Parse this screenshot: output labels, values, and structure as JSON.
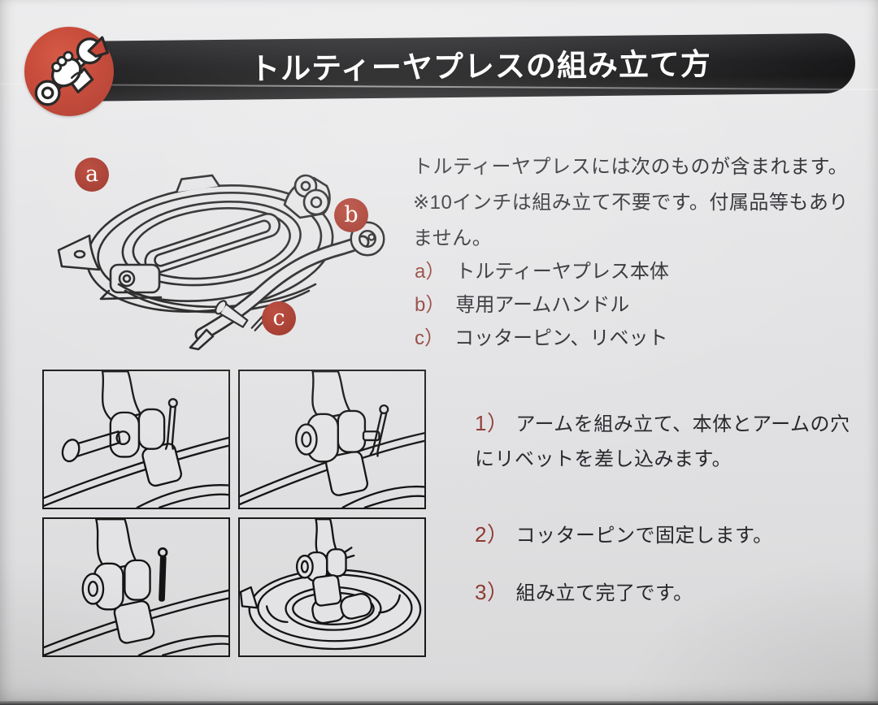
{
  "document": {
    "title": "トルティーヤプレスの組み立て方",
    "intro_lines": [
      "トルティーヤプレスには次のものが含まれます。",
      "※10インチは組み立て不要です。付属品等もあり",
      "ません。"
    ],
    "parts": [
      {
        "marker": "a）",
        "label": "トルティーヤプレス本体"
      },
      {
        "marker": "b）",
        "label": "専用アームハンドル"
      },
      {
        "marker": "c）",
        "label": "コッターピン、リベット"
      }
    ],
    "diagram_labels": {
      "a": "a",
      "b": "b",
      "c": "c"
    },
    "steps": [
      {
        "marker": "1）",
        "text": "アームを組み立て、本体とアームの穴にリベットを差し込みます。"
      },
      {
        "marker": "2）",
        "text": "コッターピンで固定します。"
      },
      {
        "marker": "3）",
        "text": "組み立て完了です。"
      }
    ],
    "icon": "hand-holding-wrench-icon"
  },
  "colors": {
    "paper": "#e3e3e5",
    "banner_black": "#111111",
    "badge_red": "#bf3424",
    "label_circle_red": "#a52e20",
    "marker_red": "#8e3a31",
    "text_dark": "#26262b",
    "line_art": "#1a1a1a",
    "title_white": "#ffffff"
  }
}
